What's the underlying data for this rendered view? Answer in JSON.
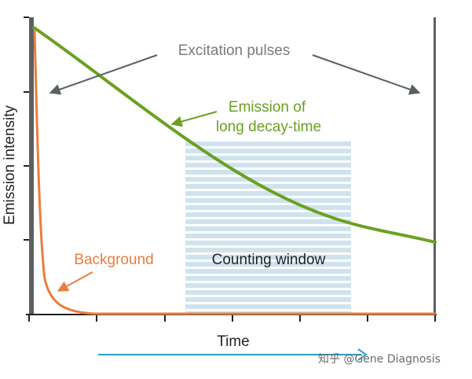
{
  "diagram": {
    "y_axis_label": "Emission intensity",
    "x_axis_label": "Time",
    "pulse_label": "Excitation pulses",
    "long_emission_label_line1": "Emission of",
    "long_emission_label_line2": "long decay-time",
    "background_label": "Background",
    "counting_window_label": "Counting window",
    "colors": {
      "long_emission": "#6aa121",
      "background": "#ea7d3d",
      "counting_window_fill": "#cfe3ee",
      "counting_window_stripe": "#ffffff",
      "excitation_pulse": "#5a6064",
      "axis": "#222222",
      "pulse_label": "#7a7a7a",
      "time_arrow": "#2a9fc4"
    }
  },
  "watermark": {
    "text": "知乎 @Gene Diagnosis"
  }
}
